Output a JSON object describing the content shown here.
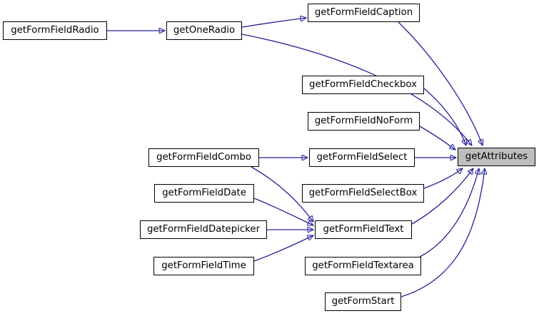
{
  "diagram": {
    "type": "call-graph",
    "background_color": "#ffffff",
    "edge_color": "#23239a",
    "node_fill_color": "#ffffff",
    "node_border_color": "#000000",
    "highlight_fill_color": "#bebebe"
  },
  "nodes": [
    {
      "id": "getFormFieldRadio",
      "label": "getFormFieldRadio",
      "highlighted": false
    },
    {
      "id": "getOneRadio",
      "label": "getOneRadio",
      "highlighted": false
    },
    {
      "id": "getFormFieldCaption",
      "label": "getFormFieldCaption",
      "highlighted": false
    },
    {
      "id": "getFormFieldCheckbox",
      "label": "getFormFieldCheckbox",
      "highlighted": false
    },
    {
      "id": "getFormFieldNoForm",
      "label": "getFormFieldNoForm",
      "highlighted": false
    },
    {
      "id": "getFormFieldCombo",
      "label": "getFormFieldCombo",
      "highlighted": false
    },
    {
      "id": "getFormFieldSelect",
      "label": "getFormFieldSelect",
      "highlighted": false
    },
    {
      "id": "getAttributes",
      "label": "getAttributes",
      "highlighted": true
    },
    {
      "id": "getFormFieldSelectBox",
      "label": "getFormFieldSelectBox",
      "highlighted": false
    },
    {
      "id": "getFormFieldDate",
      "label": "getFormFieldDate",
      "highlighted": false
    },
    {
      "id": "getFormFieldDatepicker",
      "label": "getFormFieldDatepicker",
      "highlighted": false
    },
    {
      "id": "getFormFieldText",
      "label": "getFormFieldText",
      "highlighted": false
    },
    {
      "id": "getFormFieldTime",
      "label": "getFormFieldTime",
      "highlighted": false
    },
    {
      "id": "getFormFieldTextarea",
      "label": "getFormFieldTextarea",
      "highlighted": false
    },
    {
      "id": "getFormStart",
      "label": "getFormStart",
      "highlighted": false
    }
  ],
  "edges": [
    {
      "from": "getFormFieldRadio",
      "to": "getOneRadio"
    },
    {
      "from": "getOneRadio",
      "to": "getFormFieldCaption"
    },
    {
      "from": "getOneRadio",
      "to": "getAttributes"
    },
    {
      "from": "getFormFieldCaption",
      "to": "getAttributes"
    },
    {
      "from": "getFormFieldCheckbox",
      "to": "getAttributes"
    },
    {
      "from": "getFormFieldNoForm",
      "to": "getAttributes"
    },
    {
      "from": "getFormFieldCombo",
      "to": "getFormFieldSelect"
    },
    {
      "from": "getFormFieldCombo",
      "to": "getFormFieldText"
    },
    {
      "from": "getFormFieldSelect",
      "to": "getAttributes"
    },
    {
      "from": "getFormFieldSelectBox",
      "to": "getAttributes"
    },
    {
      "from": "getFormFieldDate",
      "to": "getFormFieldText"
    },
    {
      "from": "getFormFieldDatepicker",
      "to": "getFormFieldText"
    },
    {
      "from": "getFormFieldTime",
      "to": "getFormFieldText"
    },
    {
      "from": "getFormFieldText",
      "to": "getAttributes"
    },
    {
      "from": "getFormFieldTextarea",
      "to": "getAttributes"
    },
    {
      "from": "getFormStart",
      "to": "getAttributes"
    }
  ]
}
